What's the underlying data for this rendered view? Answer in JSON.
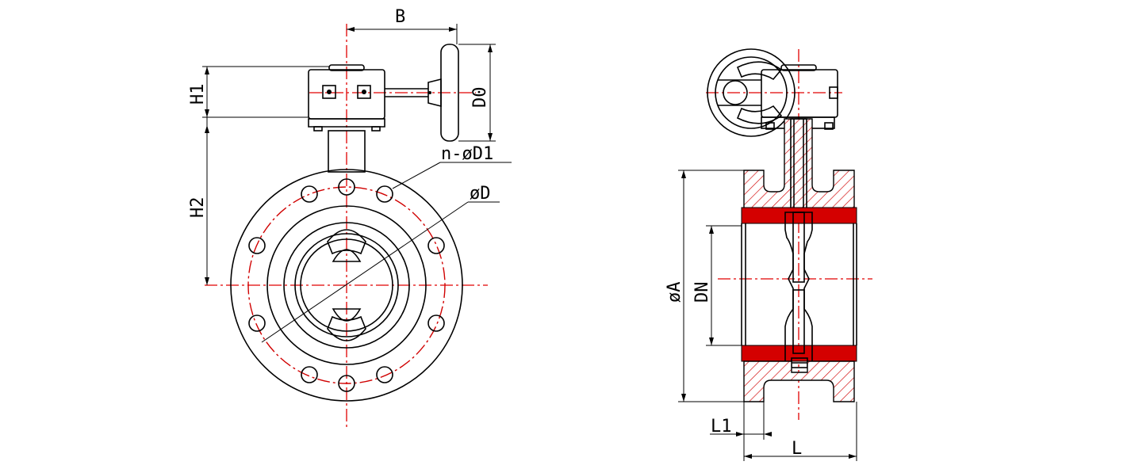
{
  "labels": {
    "B": "B",
    "D0": "D0",
    "H1": "H1",
    "H2": "H2",
    "nD1": "n-øD1",
    "D": "øD",
    "A": "øA",
    "DN": "DN",
    "L1": "L1",
    "L": "L"
  },
  "colors": {
    "outline": "#000000",
    "centerline": "#e00000",
    "section_hatch": "#d00000",
    "seat": "#d40000"
  },
  "views": [
    "front-view",
    "side-section-view"
  ]
}
